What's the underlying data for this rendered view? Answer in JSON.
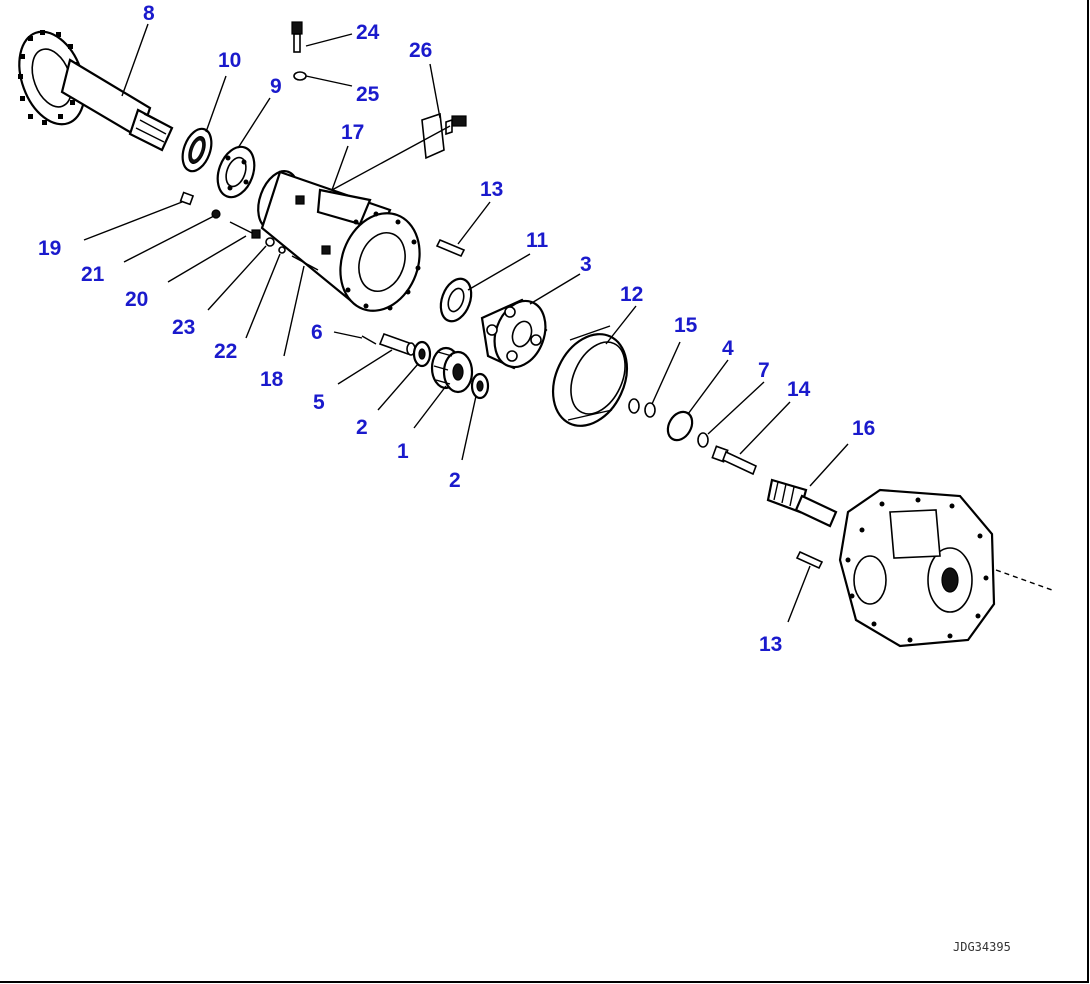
{
  "callouts": {
    "c8": "8",
    "c24": "24",
    "c25": "25",
    "c26": "26",
    "c10": "10",
    "c9": "9",
    "c17": "17",
    "c13a": "13",
    "c19": "19",
    "c21": "21",
    "c20": "20",
    "c23": "23",
    "c22": "22",
    "c18": "18",
    "c11": "11",
    "c3": "3",
    "c12": "12",
    "c6": "6",
    "c5": "5",
    "c2a": "2",
    "c1": "1",
    "c2b": "2",
    "c15": "15",
    "c4": "4",
    "c7": "7",
    "c14": "14",
    "c16": "16",
    "c13b": "13"
  },
  "document_id": "JDG34395",
  "colors": {
    "callout": "#1a1acc",
    "line": "#000000",
    "background": "#ffffff"
  }
}
